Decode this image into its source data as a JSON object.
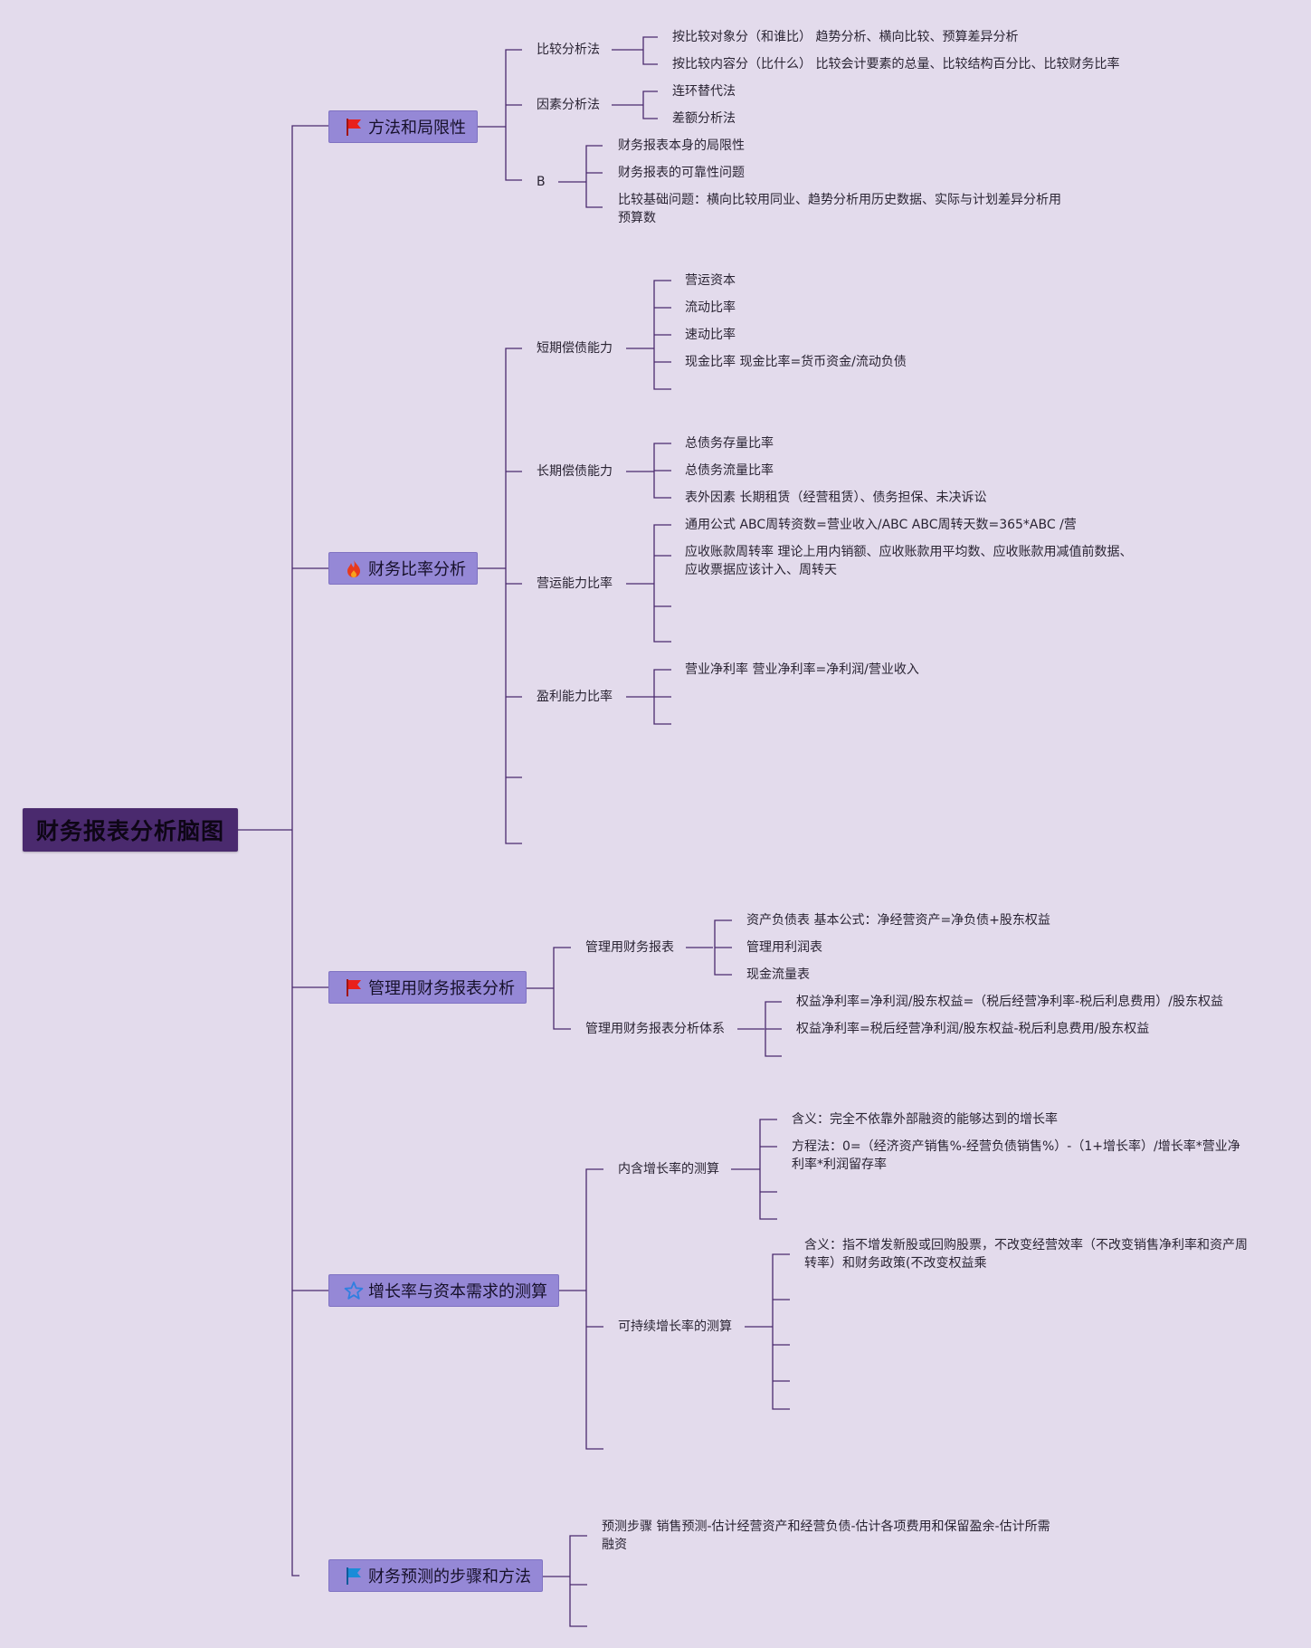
{
  "root": {
    "title": "财务报表分析脑图"
  },
  "topics": [
    {
      "label": "方法和局限性",
      "icon": "red-flag-icon",
      "children": [
        {
          "label": "比较分析法",
          "items": [
            "按比较对象分（和谁比） 趋势分析、横向比较、预算差异分析",
            "按比较内容分（比什么） 比较会计要素的总量、比较结构百分比、比较财务比率"
          ]
        },
        {
          "label": "因素分析法",
          "items": [
            "连环替代法",
            "差额分析法"
          ]
        },
        {
          "label": "B",
          "items": [
            "财务报表本身的局限性",
            "财务报表的可靠性问题",
            "比较基础问题：横向比较用同业、趋势分析用历史数据、实际与计划差异分析用预算数"
          ]
        }
      ]
    },
    {
      "label": "财务比率分析",
      "icon": "fire-icon",
      "children": [
        {
          "label": "短期偿债能力",
          "items": [
            "营运资本",
            "流动比率",
            "速动比率",
            "现金比率 现金比率=货币资金/流动负债"
          ]
        },
        {
          "label": "长期偿债能力",
          "items": [
            "总债务存量比率",
            "总债务流量比率",
            "表外因素 长期租赁（经营租赁）、债务担保、未决诉讼"
          ]
        },
        {
          "label": "营运能力比率",
          "items": [
            "通用公式 ABC周转资数=营业收入/ABC ABC周转天数=365*ABC /营",
            "应收账款周转率 理论上用内销额、应收账款用平均数、应收账款用减值前数据、应收票据应该计入、周转天"
          ]
        },
        {
          "label": "盈利能力比率",
          "items": [
            "营业净利率 营业净利率=净利润/营业收入"
          ]
        }
      ]
    },
    {
      "label": "管理用财务报表分析",
      "icon": "red-flag-icon",
      "children": [
        {
          "label": "管理用财务报表",
          "items": [
            "资产负债表 基本公式：净经营资产=净负债+股东权益",
            "管理用利润表",
            "现金流量表"
          ]
        },
        {
          "label": "管理用财务报表分析体系",
          "items": [
            "权益净利率=净利润/股东权益=（税后经营净利率-税后利息费用）/股东权益",
            "权益净利率=税后经营净利润/股东权益-税后利息费用/股东权益"
          ]
        }
      ]
    },
    {
      "label": "增长率与资本需求的测算",
      "icon": "star-icon",
      "children": [
        {
          "label": "内含增长率的测算",
          "items": [
            "含义：完全不依靠外部融资的能够达到的增长率",
            "方程法：0=（经济资产销售%-经营负债销售%）-（1+增长率）/增长率*营业净利率*利润留存率"
          ]
        },
        {
          "label": "可持续增长率的测算",
          "items": [
            "含义：指不增发新股或回购股票，不改变经营效率（不改变销售净利率和资产周转率）和财务政策(不改变权益乘"
          ]
        }
      ]
    },
    {
      "label": "财务预测的步骤和方法",
      "icon": "blue-flag-icon",
      "items": [
        "预测步骤 销售预测-估计经营资产和经营负债-估计各项费用和保留盈余-估计所需融资"
      ]
    }
  ],
  "colors": {
    "background": "#e3dbec",
    "root": "#4a2a6e",
    "topic": "#9588d6",
    "line": "#4a2a6e",
    "red_flag": "#e8201c",
    "blue_flag": "#1a8cd8",
    "fire": "#e83a1c",
    "star": "#2f7fe0"
  }
}
